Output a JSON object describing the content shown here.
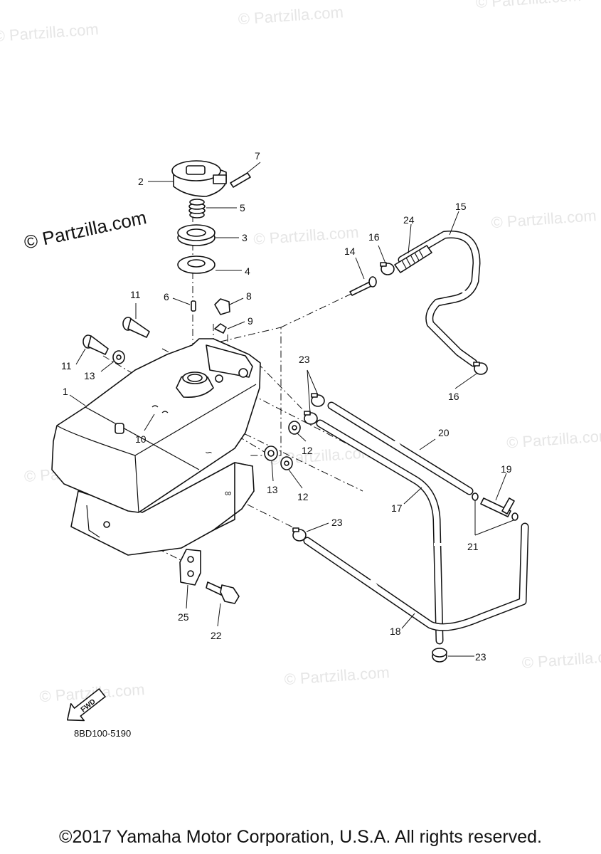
{
  "watermark": {
    "text": "© Partzilla.com"
  },
  "callouts": {
    "p1": "1",
    "p2": "2",
    "p3": "3",
    "p4": "4",
    "p5": "5",
    "p6": "6",
    "p7": "7",
    "p8": "8",
    "p9": "9",
    "p10": "10",
    "p11a": "11",
    "p11b": "11",
    "p12a": "12",
    "p12b": "12",
    "p13a": "13",
    "p13b": "13",
    "p14": "14",
    "p15": "15",
    "p16a": "16",
    "p16b": "16",
    "p17": "17",
    "p18": "18",
    "p19": "19",
    "p20": "20",
    "p21": "21",
    "p22": "22",
    "p23a": "23",
    "p23b": "23",
    "p23c": "23",
    "p24": "24",
    "p25": "25"
  },
  "fwd_label": "FWD",
  "diagram_code": "8BD100-5190",
  "copyright": "©2017 Yamaha Motor Corporation, U.S.A. All rights reserved."
}
